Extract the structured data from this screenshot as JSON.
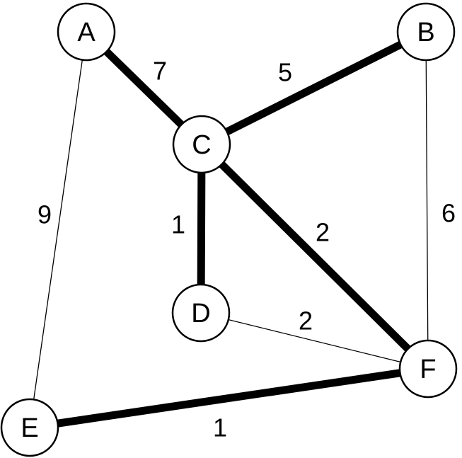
{
  "graph": {
    "nodes": [
      {
        "id": "A",
        "label": "A"
      },
      {
        "id": "B",
        "label": "B"
      },
      {
        "id": "C",
        "label": "C"
      },
      {
        "id": "D",
        "label": "D"
      },
      {
        "id": "E",
        "label": "E"
      },
      {
        "id": "F",
        "label": "F"
      }
    ],
    "edges": [
      {
        "from": "A",
        "to": "C",
        "weight": "7",
        "highlighted": true
      },
      {
        "from": "C",
        "to": "B",
        "weight": "5",
        "highlighted": true
      },
      {
        "from": "A",
        "to": "E",
        "weight": "9",
        "highlighted": false
      },
      {
        "from": "C",
        "to": "D",
        "weight": "1",
        "highlighted": true
      },
      {
        "from": "C",
        "to": "F",
        "weight": "2",
        "highlighted": true
      },
      {
        "from": "B",
        "to": "F",
        "weight": "6",
        "highlighted": false
      },
      {
        "from": "D",
        "to": "F",
        "weight": "2",
        "highlighted": false
      },
      {
        "from": "E",
        "to": "F",
        "weight": "1",
        "highlighted": true
      }
    ],
    "colors": {
      "line": "#000000",
      "node_fill": "#ffffff"
    }
  }
}
